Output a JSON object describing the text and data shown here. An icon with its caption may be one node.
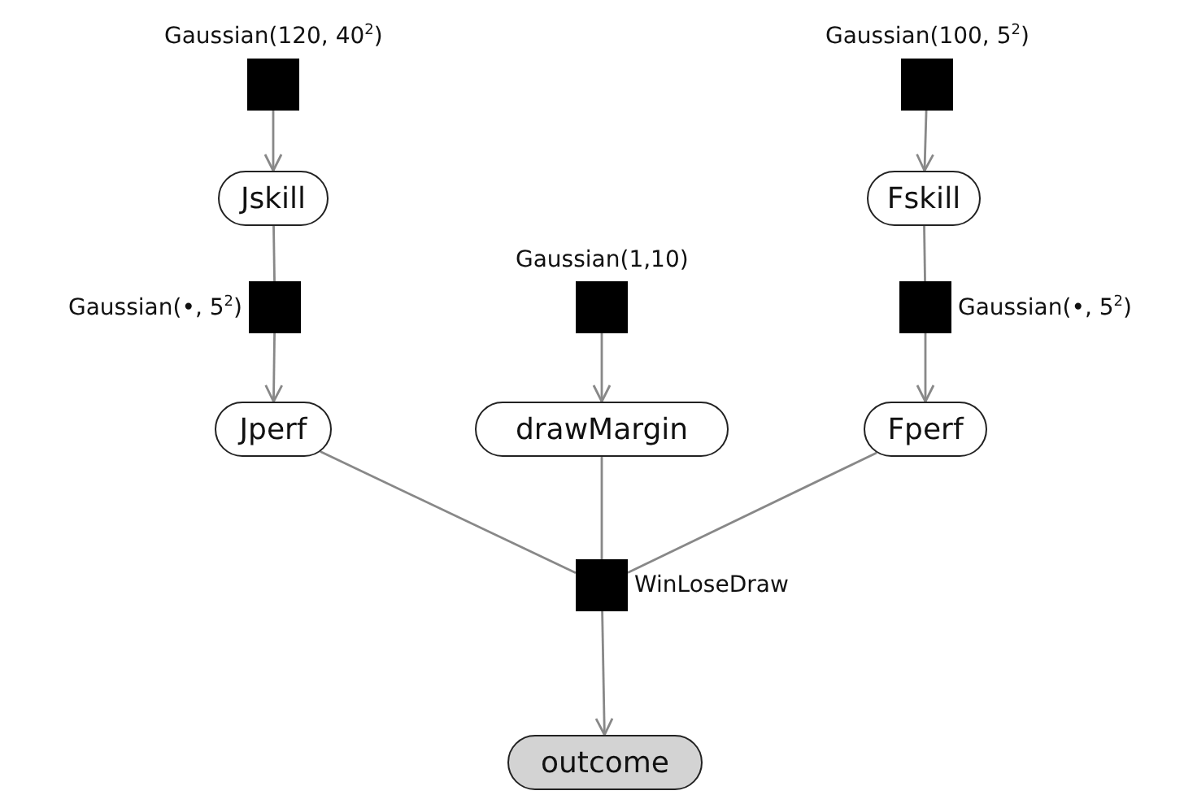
{
  "diagram": {
    "nodes": [
      {
        "text": [],
        "shape": "box",
        "beside": [
          "Gaussian(120, 40$^{2}$)"
        ]
      },
      {
        "text": [],
        "shape": "box",
        "beside": [
          "Gaussian(100, 5$^{2}$)"
        ]
      },
      {
        "text": [
          "Jskill"
        ]
      },
      {
        "text": [
          "Fskill"
        ]
      },
      {
        "text": [],
        "shape": "box",
        "beside": [
          "Gaussian(•, 5$^{2}$)"
        ]
      },
      {
        "text": [],
        "shape": "box",
        "beside": [
          "Gaussian(1,10)"
        ]
      },
      {
        "text": [],
        "shape": "box",
        "beside": [
          "Gaussian(•, 5$^{2}$)"
        ]
      },
      {
        "text": [
          "Jperf"
        ]
      },
      {
        "text": [
          "drawMargin"
        ]
      },
      {
        "text": [
          "Fperf"
        ]
      },
      {
        "text": [],
        "shape": "box",
        "beside": [
          "WinLoseDraw"
        ]
      },
      {
        "text": [
          "outcome"
        ]
      }
    ],
    "edges": [
      {
        "from": 0,
        "to": 2,
        "arrow": "to"
      },
      {
        "from": 2,
        "to": 4,
        "arrow": "none"
      },
      {
        "from": 4,
        "to": 7,
        "arrow": "to"
      },
      {
        "from": 1,
        "to": 3,
        "arrow": "to"
      },
      {
        "from": 3,
        "to": 6,
        "arrow": "none"
      },
      {
        "from": 6,
        "to": 9,
        "arrow": "to"
      },
      {
        "from": 5,
        "to": 8,
        "arrow": "to"
      },
      {
        "from": 7,
        "to": 10,
        "arrow": "none"
      },
      {
        "from": 8,
        "to": 10,
        "arrow": "none"
      },
      {
        "from": 9,
        "to": 10,
        "arrow": "none"
      },
      {
        "from": 10,
        "to": 11,
        "arrow": "to"
      }
    ]
  }
}
